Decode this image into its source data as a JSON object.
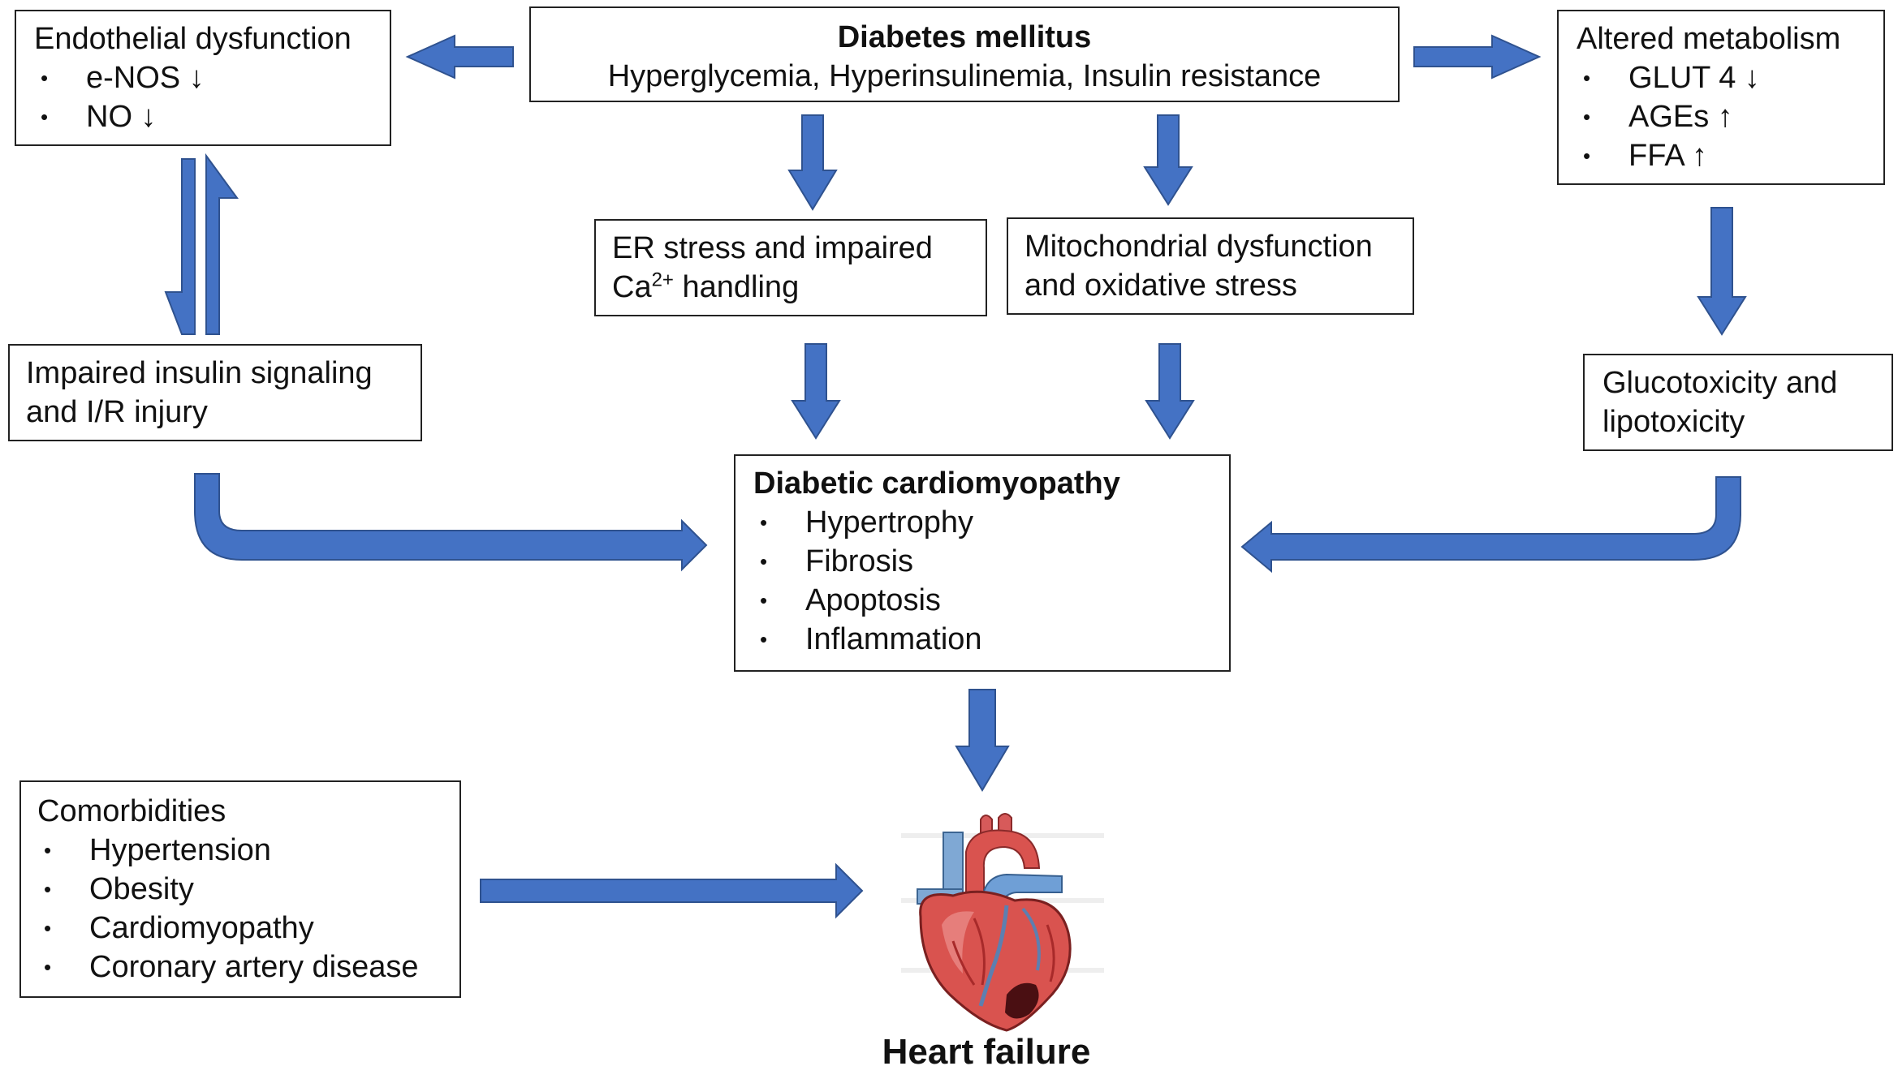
{
  "diagram": {
    "diabetes": {
      "title": "Diabetes mellitus",
      "subtitle": "Hyperglycemia, Hyperinsulinemia, Insulin resistance"
    },
    "endothelial": {
      "title": "Endothelial dysfunction",
      "items": [
        "e-NOS ↓",
        "NO ↓"
      ]
    },
    "altered_metabolism": {
      "title": "Altered metabolism",
      "items": [
        "GLUT 4 ↓",
        "AGEs  ↑",
        "FFA ↑"
      ]
    },
    "er_stress": {
      "line1": "ER stress and impaired",
      "line2_prefix": "Ca",
      "line2_sup": "2+",
      "line2_suffix": " handling"
    },
    "mitochondrial": {
      "line1": "Mitochondrial dysfunction",
      "line2": "and oxidative stress"
    },
    "insulin_signaling": {
      "line1": "Impaired insulin signaling",
      "line2": "and I/R injury"
    },
    "glucotoxicity": {
      "line1": "Glucotoxicity and",
      "line2": "lipotoxicity"
    },
    "cardiomyopathy": {
      "title": "Diabetic cardiomyopathy",
      "items": [
        "Hypertrophy",
        "Fibrosis",
        "Apoptosis",
        "Inflammation"
      ]
    },
    "comorbidities": {
      "title": "Comorbidities",
      "items": [
        "Hypertension",
        "Obesity",
        "Cardiomyopathy",
        "Coronary artery disease"
      ]
    },
    "heart_failure": "Heart failure"
  },
  "colors": {
    "arrow_fill": "#4472C4",
    "arrow_stroke": "#2F528F",
    "box_border": "#222222"
  }
}
